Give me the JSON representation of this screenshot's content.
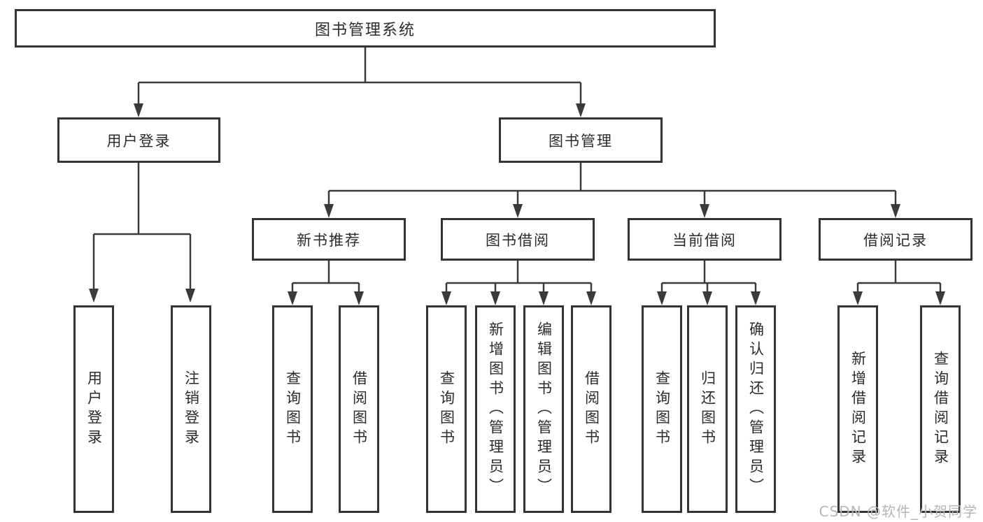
{
  "diagram": {
    "root": {
      "label": "图书管理系统"
    },
    "level2": [
      {
        "label": "用户登录",
        "children": [
          {
            "label": "用户登录"
          },
          {
            "label": "注销登录"
          }
        ]
      },
      {
        "label": "图书管理",
        "children": [
          {
            "label": "新书推荐",
            "children": [
              {
                "label": "查询图书"
              },
              {
                "label": "借阅图书"
              }
            ]
          },
          {
            "label": "图书借阅",
            "children": [
              {
                "label": "查询图书"
              },
              {
                "label": "新增图书（管理员）"
              },
              {
                "label": "编辑图书（管理员）"
              },
              {
                "label": "借阅图书"
              }
            ]
          },
          {
            "label": "当前借阅",
            "children": [
              {
                "label": "查询图书"
              },
              {
                "label": "归还图书"
              },
              {
                "label": "确认归还（管理员）"
              }
            ]
          },
          {
            "label": "借阅记录",
            "children": [
              {
                "label": "新增借阅记录"
              },
              {
                "label": "查询借阅记录"
              }
            ]
          }
        ]
      }
    ]
  },
  "watermark": {
    "text": "CSDN @软件_小贺同学"
  },
  "colors": {
    "line": "#3a3a3a",
    "box_border": "#343434",
    "text": "#2b2b2b",
    "watermark": "#b6b6b6",
    "background": "#ffffff"
  }
}
